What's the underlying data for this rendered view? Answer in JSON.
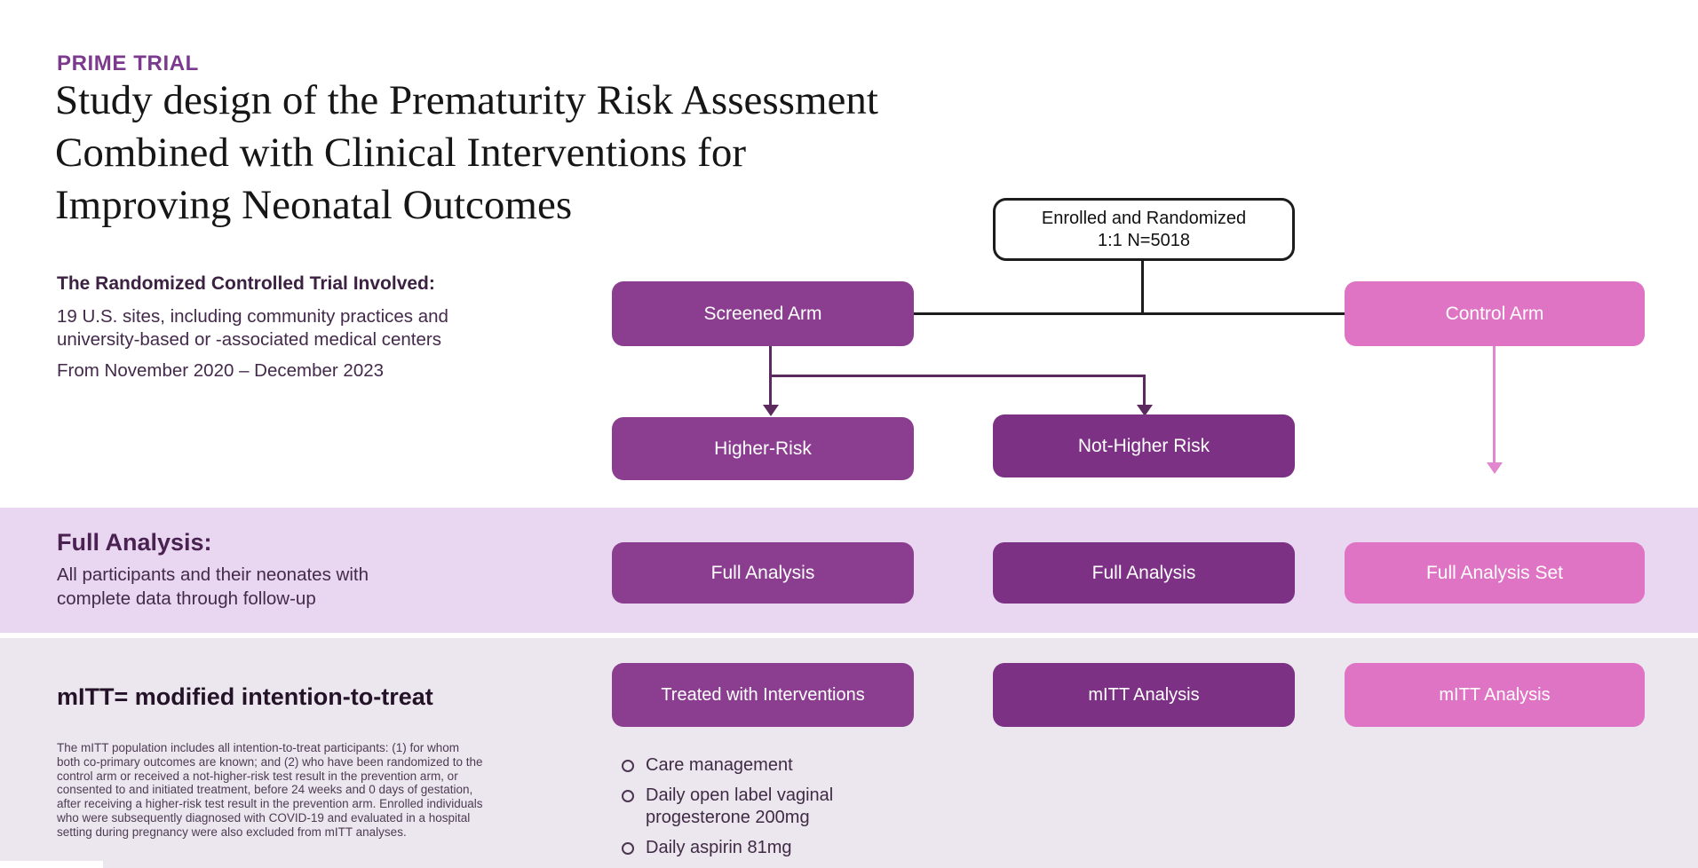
{
  "header": {
    "eyebrow": "PRIME TRIAL",
    "title_lines": [
      "Study design of the Prematurity Risk Assessment",
      "Combined with Clinical Interventions for",
      "Improving Neonatal Outcomes"
    ]
  },
  "intro": {
    "heading": "The Randomized Controlled Trial Involved:",
    "sites": "19 U.S. sites, including community practices and\nuniversity-based or -associated medical centers",
    "dates": "From November 2020 – December 2023"
  },
  "flow": {
    "enrolled": "Enrolled and Randomized\n1:1 N=5018",
    "screened_arm": "Screened Arm",
    "control_arm": "Control Arm",
    "higher_risk": "Higher-Risk",
    "not_higher_risk": "Not-Higher Risk"
  },
  "full_analysis_band": {
    "heading": "Full Analysis:",
    "description": "All participants and their neonates with\ncomplete data through follow-up",
    "boxes": {
      "screened": "Full Analysis",
      "not_higher": "Full Analysis",
      "control": "Full Analysis Set"
    }
  },
  "mitt_band": {
    "heading": "mITT= modified intention-to-treat",
    "fine_print": "The mITT population includes all intention-to-treat participants: (1) for whom\nboth co-primary outcomes are known; and (2) who have been randomized to the\ncontrol arm or received a not-higher-risk test result in the prevention arm, or\nconsented to and initiated treatment, before 24 weeks and 0 days of gestation,\nafter receiving a higher-risk test result in the prevention arm. Enrolled individuals\nwho were subsequently diagnosed with COVID-19 and evaluated in a hospital\nsetting during pregnancy were also excluded from mITT analyses.",
    "boxes": {
      "treated": "Treated with Interventions",
      "not_higher": "mITT Analysis",
      "control": "mITT Analysis"
    },
    "interventions": [
      "Care management",
      "Daily open label vaginal progesterone 200mg",
      "Daily aspirin 81mg"
    ]
  },
  "colors": {
    "purple_primary": "#8b3e90",
    "purple_secondary": "#7d3184",
    "pink": "#df74c4",
    "pink_arrow": "#e287cf",
    "purple_connector": "#5c2a5f",
    "black_connector": "#1c1c1c",
    "band_full_analysis": "#e9d7f1",
    "band_mitt": "#ece7ee",
    "eyebrow_text": "#7c3a8e"
  }
}
